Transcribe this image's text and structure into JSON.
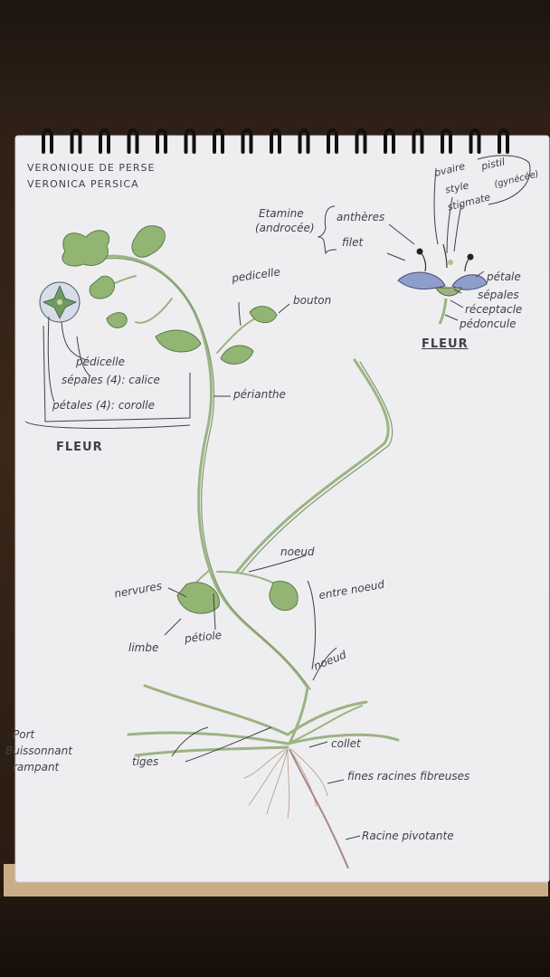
{
  "title": {
    "line1": "VERONIQUE DE PERSE",
    "line2": "VERONICA PERSICA"
  },
  "flower_detail": {
    "heading": "FLEUR",
    "pistil": "pistil",
    "gyneceum": "(gynécée)",
    "ovaire": "ovaire",
    "style": "style",
    "stigmate": "stigmate",
    "etamine": "Etamine",
    "androcee": "(androcée)",
    "antheres": "anthères",
    "filet": "filet",
    "petale": "pétale",
    "sepales": "sépales",
    "receptacle": "réceptacle",
    "pedoncule": "pédoncule"
  },
  "left_flower": {
    "heading": "FLEUR",
    "pedicelle": "pédicelle",
    "sepales": "sépales (4): calice",
    "petales": "pétales (4): corolle"
  },
  "plant": {
    "pedicelle": "pedicelle",
    "bouton": "bouton",
    "perianthe": "périanthe",
    "noeud_upper": "noeud",
    "entre_noeud": "entre noeud",
    "noeud_lower": "noeud",
    "nervures": "nervures",
    "limbe": "limbe",
    "petiole": "pétiole",
    "port": [
      "Port",
      "Buissonnant",
      "rampant"
    ],
    "tiges": "tiges",
    "collet": "collet",
    "fines_racines": "fines racines fibreuses",
    "racine_pivotante": "Racine pivotante"
  },
  "colors": {
    "paper": "#eeeef0",
    "stem": "#9cb383",
    "leaf": "#93b573",
    "petal": "#8d9ecd",
    "ink": "#3f3f48",
    "background": "#2e2016"
  }
}
